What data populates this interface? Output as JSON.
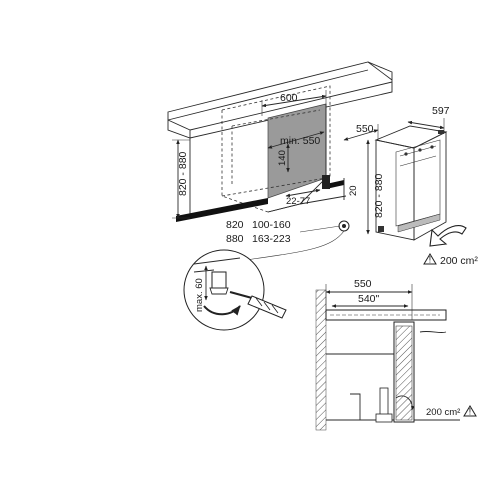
{
  "labels": {
    "width_600": "600",
    "width_597": "597",
    "depth_550": "550",
    "min_550": "min. 550",
    "niche_height": "820 - 880",
    "unit_height": "820 - 880",
    "dim_140": "140",
    "dim_20": "20",
    "dim_22_77": "22-77",
    "foot_row_820": "820",
    "foot_row_820_range": "100-160",
    "foot_row_880": "880",
    "foot_row_880_range": "163-223",
    "vent_area_main": "200 cm²",
    "max_60": "max. 60",
    "section_550": "550",
    "section_540": "540\"",
    "vent_area_section": "200 cm²"
  }
}
